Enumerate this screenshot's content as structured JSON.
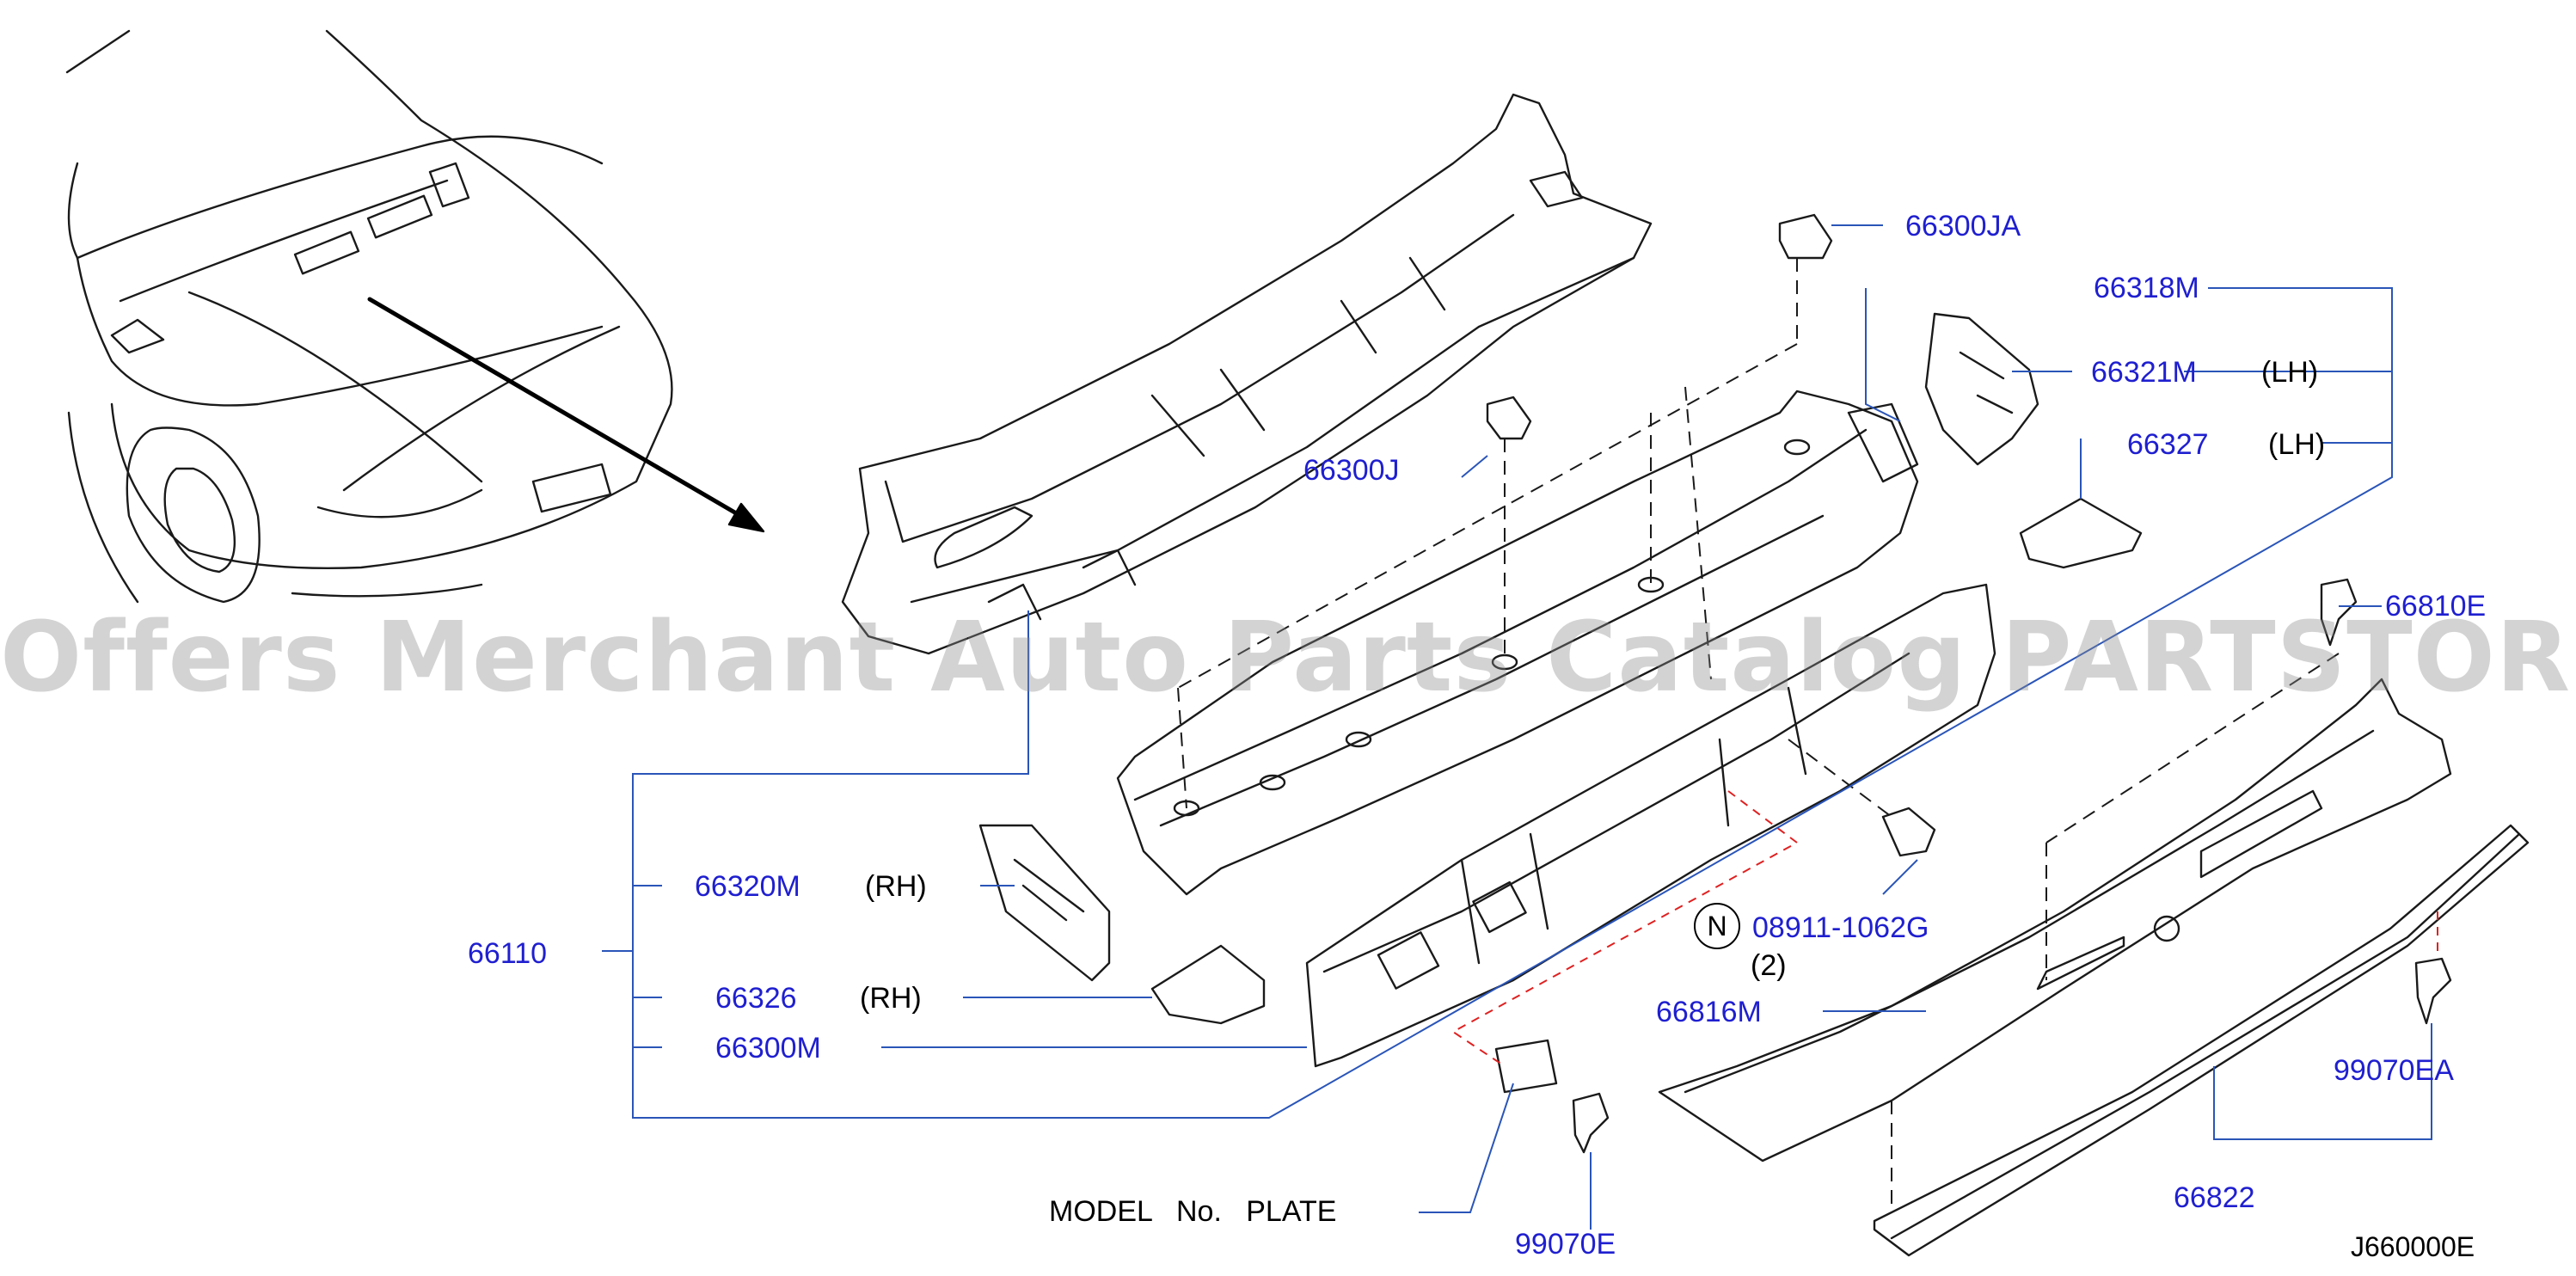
{
  "watermark": "Offers Merchant Auto Parts Catalog PARTSTORE.SA",
  "diagram_code": "J660000E",
  "colors": {
    "label": "#1f1fd0",
    "leader": "#2a55b8",
    "drawing": "#1a1a1a",
    "plate_outline": "#e02020"
  },
  "parts": {
    "p66300JA": "66300JA",
    "p66318M": "66318M",
    "p66321M": "66321M",
    "p66321M_side": "(LH)",
    "p66327": "66327",
    "p66327_side": "(LH)",
    "p66300J": "66300J",
    "p66810E": "66810E",
    "p66320M": "66320M",
    "p66320M_side": "(RH)",
    "p66110": "66110",
    "p66326": "66326",
    "p66326_side": "(RH)",
    "p66300M": "66300M",
    "p08911": "08911-1062G",
    "p08911_prefix": "N",
    "p08911_qty": "(2)",
    "p66816M": "66816M",
    "p99070EA": "99070EA",
    "p66822": "66822",
    "model_plate": "MODEL   No.   PLATE",
    "p99070E": "99070E"
  }
}
